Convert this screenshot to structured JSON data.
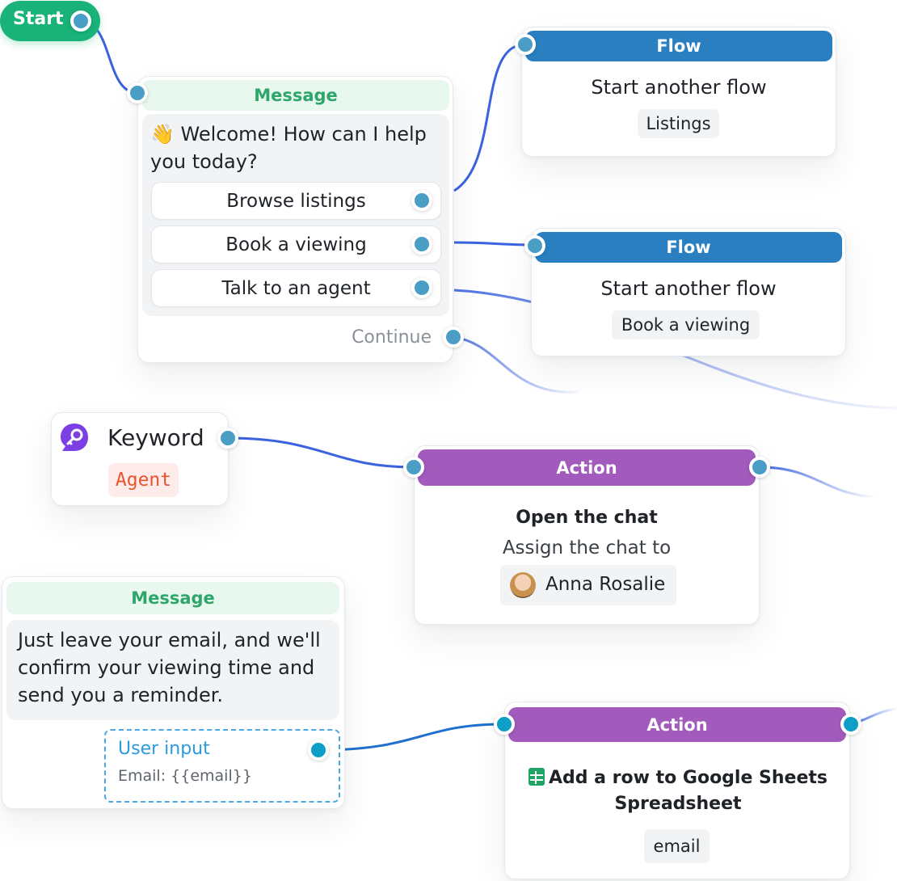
{
  "start": {
    "label": "Start"
  },
  "message1": {
    "header": "Message",
    "emoji": "👋",
    "text": "Welcome! How can I help you today?",
    "buttons": [
      "Browse listings",
      "Book a viewing",
      "Talk to an agent"
    ],
    "continue_label": "Continue"
  },
  "flow1": {
    "header": "Flow",
    "title": "Start another flow",
    "chip": "Listings"
  },
  "flow2": {
    "header": "Flow",
    "title": "Start another flow",
    "chip": "Book a viewing"
  },
  "keyword": {
    "title": "Keyword",
    "tag": "Agent"
  },
  "action1": {
    "header": "Action",
    "title": "Open the chat",
    "subtitle": "Assign the chat to",
    "assignee": "Anna Rosalie"
  },
  "message2": {
    "header": "Message",
    "text": "Just leave your email, and we'll confirm your viewing time and send you a reminder.",
    "input_label": "User input",
    "input_value": "Email: {{email}}"
  },
  "action2": {
    "header": "Action",
    "title": "Add a row to Google Sheets Spreadsheet",
    "chip": "email"
  },
  "colors": {
    "start": "#19b279",
    "message_header_text": "#2ea56a",
    "flow_header": "#2a7fc0",
    "action_header": "#a25bbc",
    "connector": "#3b63e0",
    "port": "#4a9ec5",
    "keyword_tag_text": "#e9532f",
    "user_input": "#2b9be0"
  }
}
